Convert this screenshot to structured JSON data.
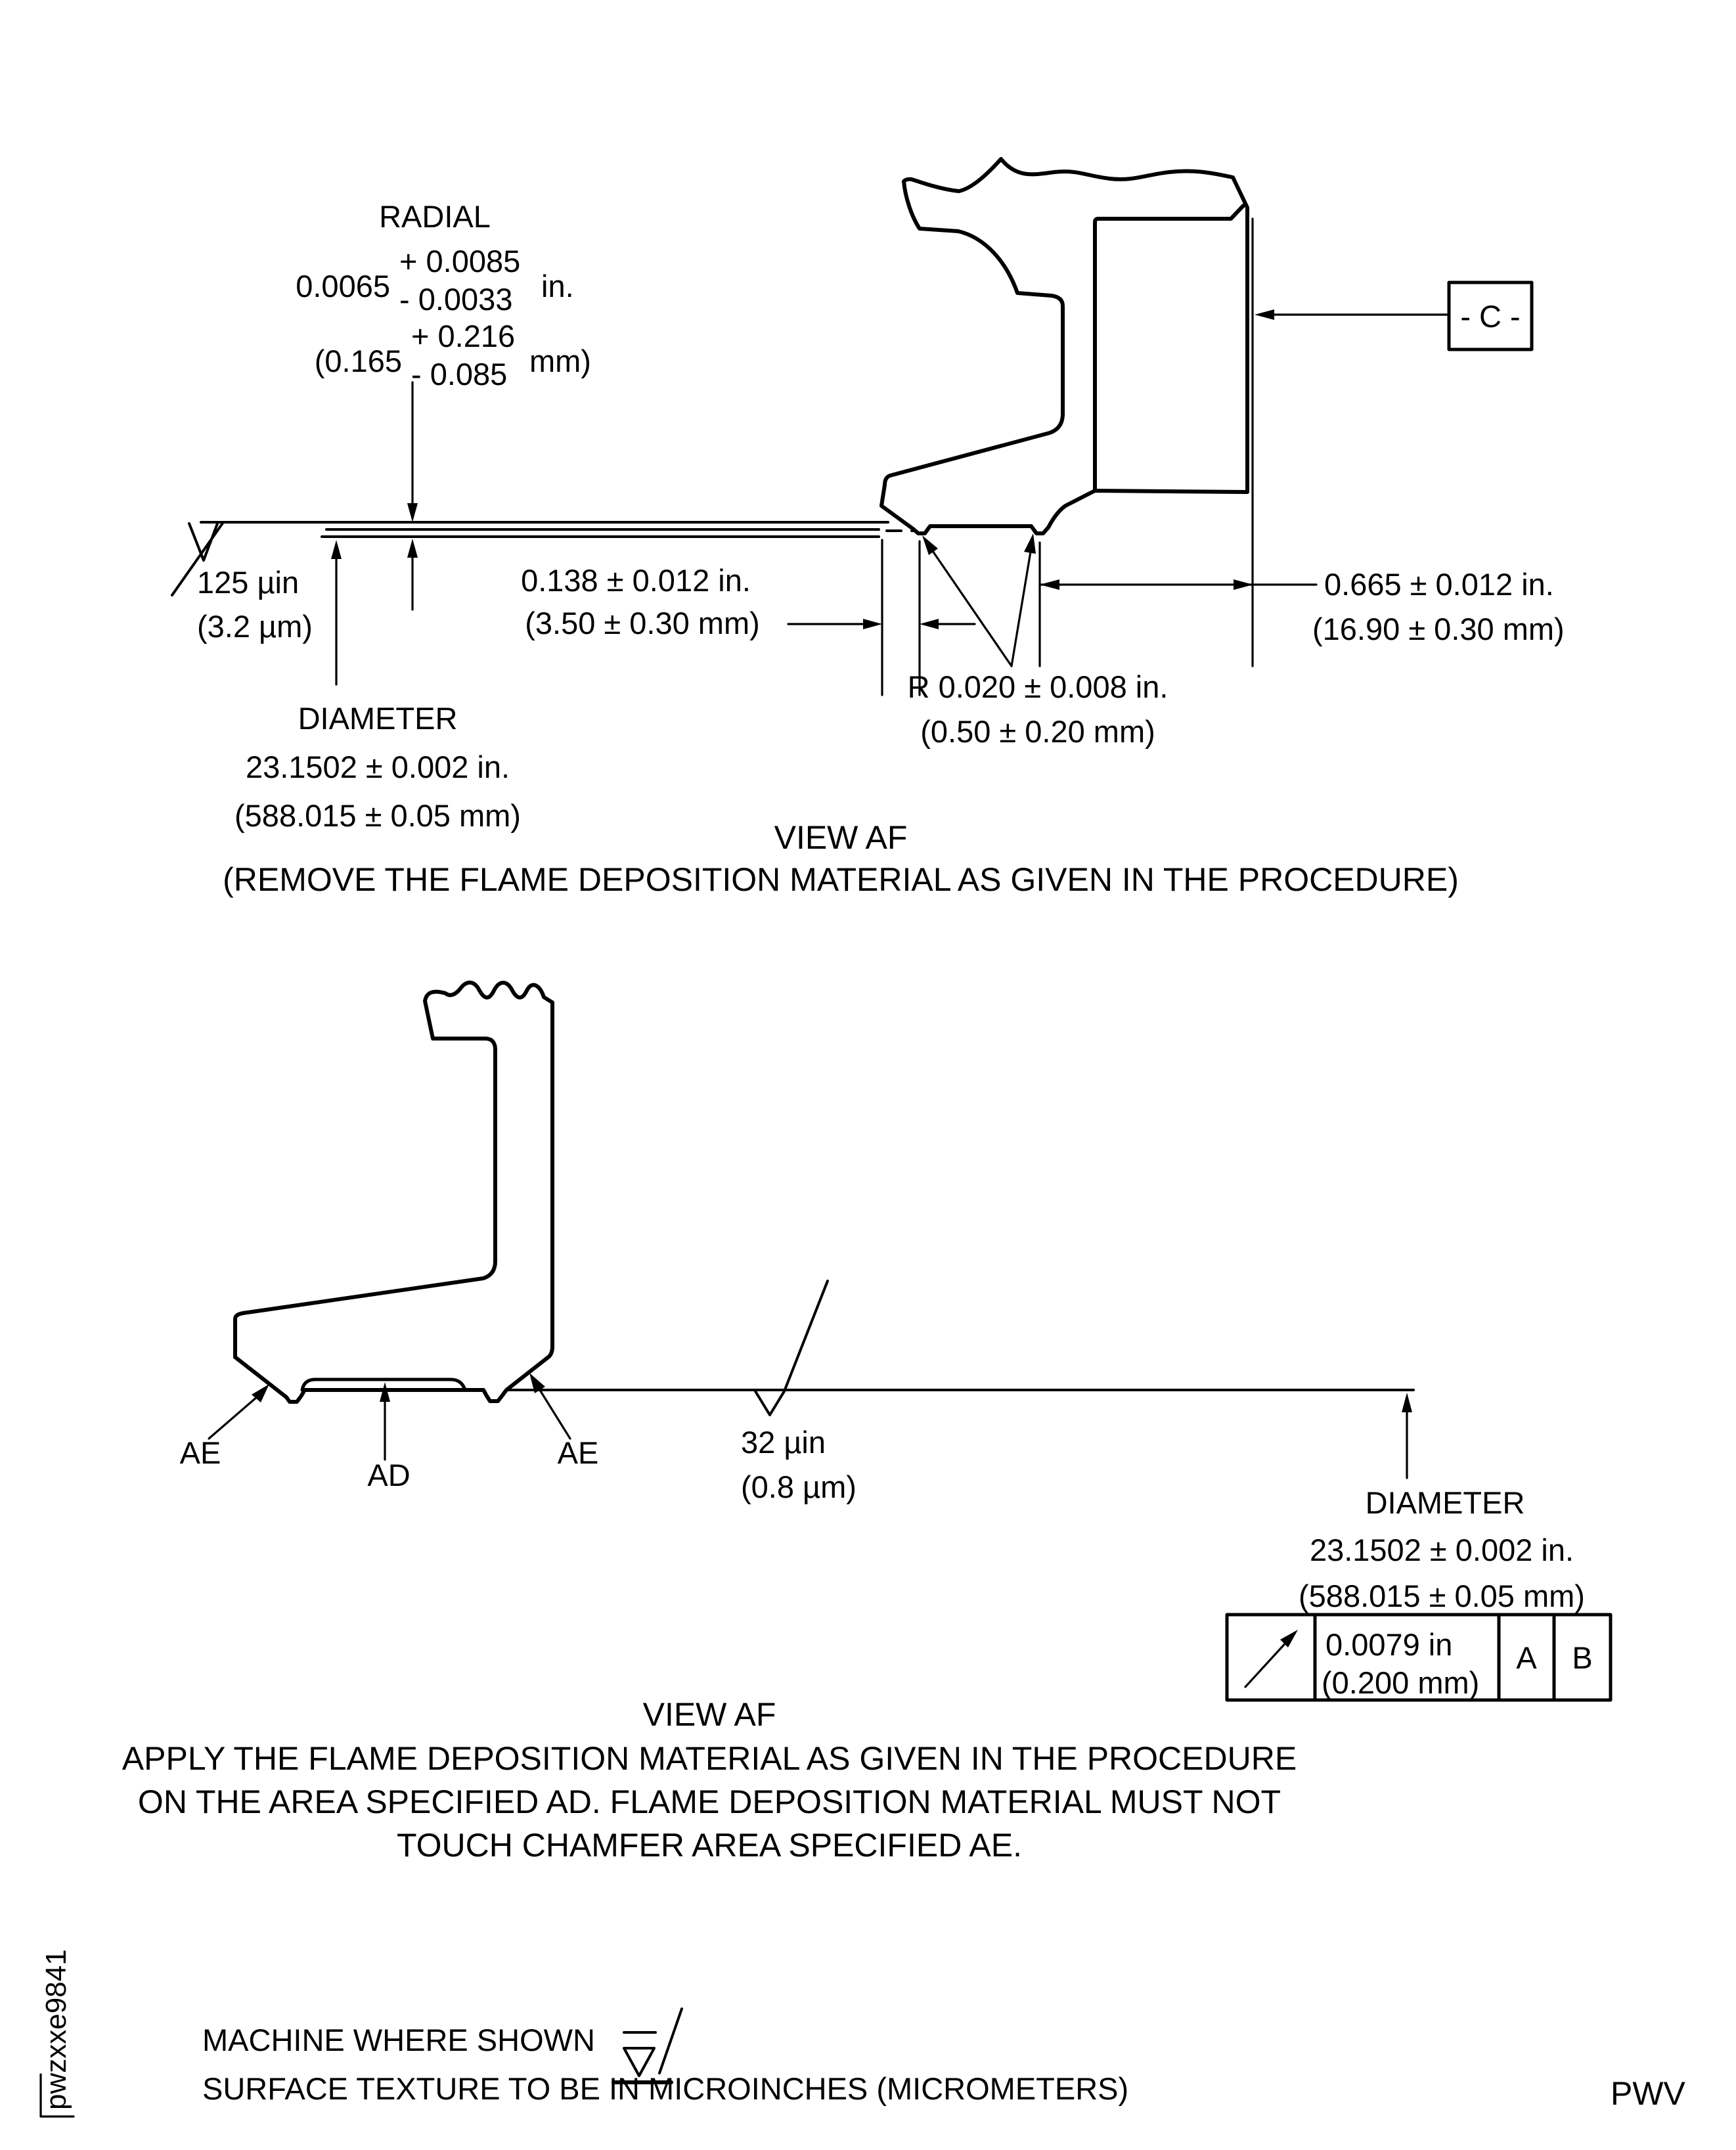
{
  "view1": {
    "radial": {
      "label": "RADIAL",
      "value_in": "0.0065",
      "plus_in": "+ 0.0085",
      "minus_in": "- 0.0033",
      "unit_in": "in.",
      "value_mm": "(0.165",
      "plus_mm": "+ 0.216",
      "minus_mm": "- 0.085",
      "unit_mm": "mm)"
    },
    "surface_finish": {
      "uin": "125 µin",
      "um": "(3.2 µm)"
    },
    "diameter": {
      "label": "DIAMETER",
      "inches": "23.1502 ± 0.002 in.",
      "mm": "(588.015 ± 0.05 mm)"
    },
    "width_dim": {
      "inches": "0.138 ± 0.012 in.",
      "mm": "(3.50 ± 0.30 mm)"
    },
    "radius_dim": {
      "inches": "R 0.020 ± 0.008 in.",
      "mm": "(0.50 ± 0.20 mm)"
    },
    "height_dim": {
      "inches": "0.665 ± 0.012 in.",
      "mm": "(16.90 ± 0.30 mm)"
    },
    "datum": "- C -",
    "caption": {
      "title": "VIEW AF",
      "note": "(REMOVE THE FLAME DEPOSITION MATERIAL AS GIVEN IN THE PROCEDURE)"
    }
  },
  "view2": {
    "labels": {
      "ae_left": "AE",
      "ad": "AD",
      "ae_right": "AE"
    },
    "surface_finish": {
      "uin": "32 µin",
      "um": "(0.8 µm)"
    },
    "diameter": {
      "label": "DIAMETER",
      "inches": "23.1502 ± 0.002 in.",
      "mm": "(588.015 ± 0.05 mm)"
    },
    "runout_frame": {
      "tol_in": "0.0079 in",
      "tol_mm": "(0.200 mm)",
      "datum_a": "A",
      "datum_b": "B"
    },
    "caption": {
      "title": "VIEW AF",
      "lines": [
        "APPLY THE FLAME DEPOSITION MATERIAL AS GIVEN IN THE PROCEDURE",
        "ON THE AREA SPECIFIED AD. FLAME DEPOSITION MATERIAL MUST NOT",
        "TOUCH CHAMFER AREA SPECIFIED AE."
      ]
    }
  },
  "notes": {
    "machine": "MACHINE WHERE SHOWN",
    "surface": "SURFACE TEXTURE TO BE IN MICROINCHES (MICROMETERS)"
  },
  "page": {
    "id_vertical": "pwzxxe9841",
    "footer_right": "PWV"
  }
}
